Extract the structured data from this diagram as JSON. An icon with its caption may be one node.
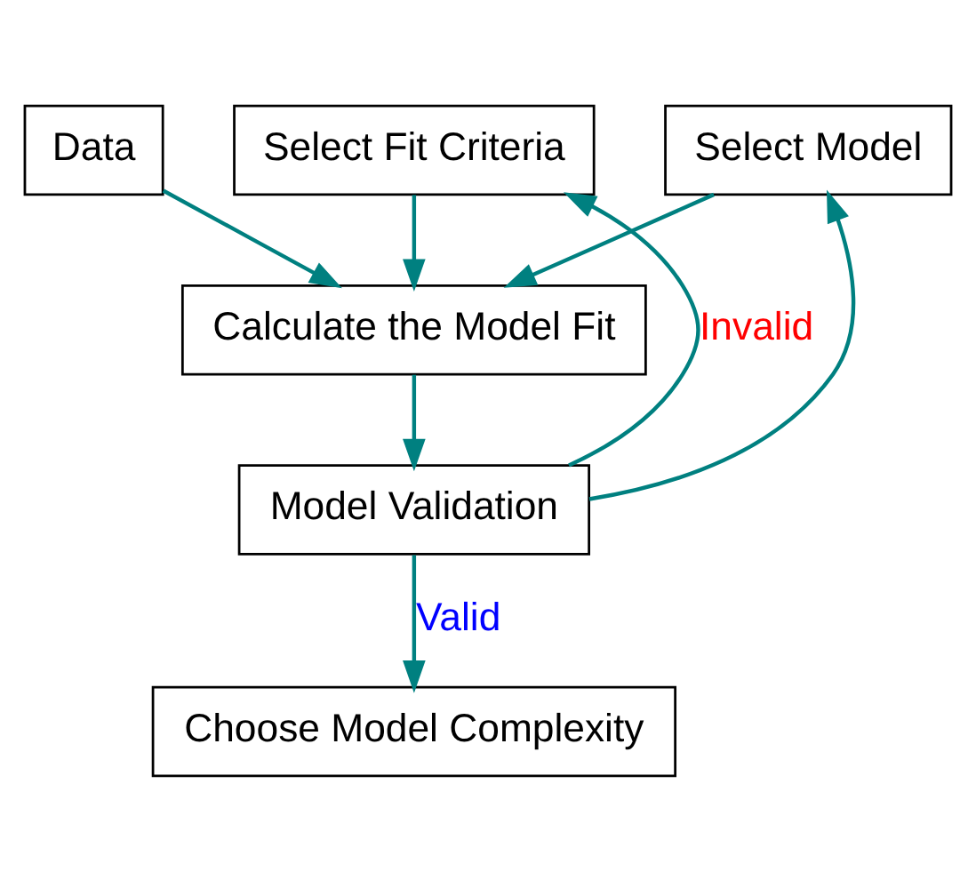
{
  "diagram": {
    "nodes": [
      {
        "text": [
          "Data"
        ]
      },
      {
        "text": [
          "Select Fit Criteria"
        ]
      },
      {
        "text": [
          "Select Model"
        ]
      },
      {
        "text": [
          "Calculate the Model Fit"
        ]
      },
      {
        "text": [
          "Model Validation"
        ]
      },
      {
        "text": [
          "Choose Model Complexity"
        ]
      }
    ],
    "edges": [
      {
        "from": 0,
        "to": 3,
        "arrow": "to"
      },
      {
        "from": 1,
        "to": 3,
        "arrow": "to"
      },
      {
        "from": 2,
        "to": 3,
        "arrow": "to"
      },
      {
        "from": 3,
        "to": 4,
        "arrow": "to"
      },
      {
        "from": 4,
        "to": 5,
        "arrow": "to",
        "label": "Valid"
      },
      {
        "from": 4,
        "to": 1,
        "arrow": "to",
        "label": "Invalid"
      },
      {
        "from": 4,
        "to": 2,
        "arrow": "to"
      }
    ]
  }
}
